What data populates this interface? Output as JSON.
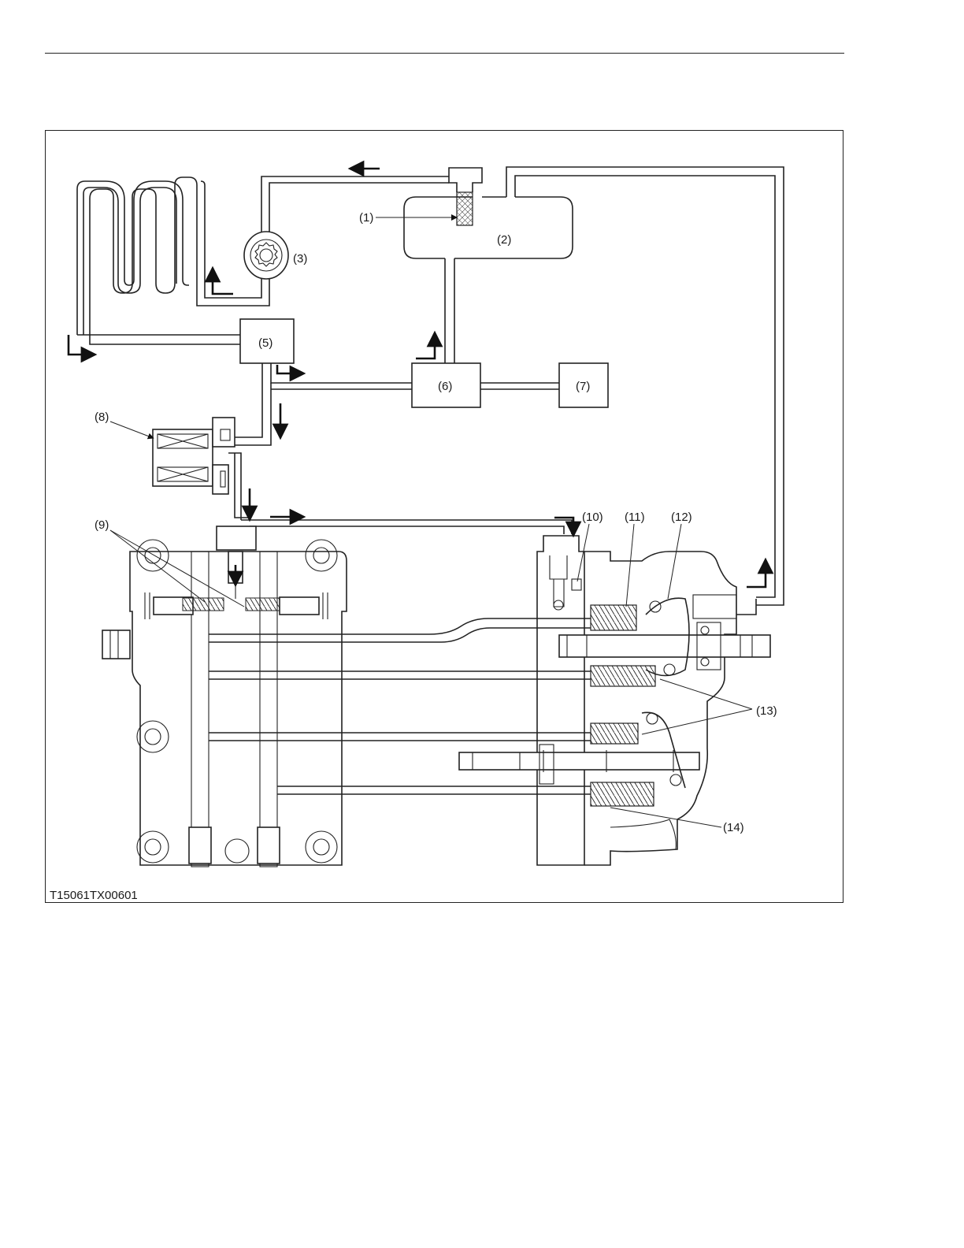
{
  "figure_code": "T15061TX00601",
  "callouts": {
    "c1": "(1)",
    "c2": "(2)",
    "c3": "(3)",
    "c5": "(5)",
    "c6": "(6)",
    "c7": "(7)",
    "c8": "(8)",
    "c9": "(9)",
    "c10": "(10)",
    "c11": "(11)",
    "c12": "(12)",
    "c13": "(13)",
    "c14": "(14)"
  }
}
